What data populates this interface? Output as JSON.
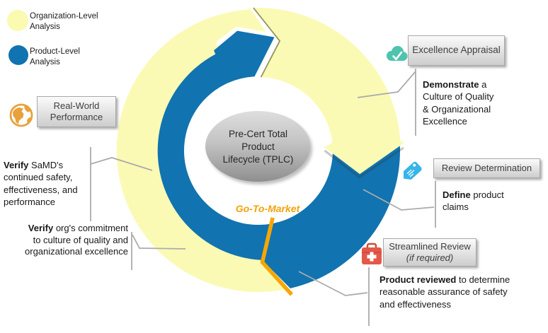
{
  "legend": {
    "items": [
      {
        "label": "Organization-Level\nAnalysis",
        "color": "#fafab0",
        "icon": "organization-level-swatch"
      },
      {
        "label": "Product-Level\nAnalysis",
        "color": "#1173b0",
        "icon": "product-level-swatch"
      }
    ]
  },
  "center": {
    "title": "Pre-Cert Total\nProduct\nLifecycle (TPLC)",
    "go_to_market": "Go-To-Market"
  },
  "stages": {
    "excellence": {
      "box": "Excellence Appraisal",
      "icon": "cloud-check-icon",
      "desc_lead": "Demonstrate",
      "desc_rest": " a\nCulture of Quality\n& Organizational\nExcellence"
    },
    "review": {
      "box": "Review Determination",
      "icon": "tag-icon",
      "desc_lead": "Define",
      "desc_rest": " product\nclaims"
    },
    "streamlined": {
      "box_line1": "Streamlined Review",
      "box_line2": "(if required)",
      "icon": "first-aid-kit-icon",
      "desc_lead": "Product reviewed",
      "desc_rest": " to determine\nreasonable assurance of safety\nand effectiveness"
    },
    "realworld": {
      "box": "Real-World\nPerformance",
      "icon": "globe-icon",
      "desc1_lead": "Verify",
      "desc1_rest": " SaMD's\ncontinued safety,\neffectiveness, and\nperformance",
      "desc2_lead": "Verify",
      "desc2_rest": " org's commitment\nto culture of quality and\norganizational excellence"
    }
  },
  "colors": {
    "organization_yellow": "#fafab5",
    "product_blue": "#1173b0",
    "gold_line": "#f7a600",
    "go_to_market_text": "#f2a30b",
    "cloud_teal": "#4ec3ae",
    "tag_blue": "#35b5e8",
    "aid_red": "#e4584a",
    "globe_amber": "#e8a23c",
    "leader_gray": "#ababab",
    "ellipse_gray": "#9a9a9a"
  }
}
